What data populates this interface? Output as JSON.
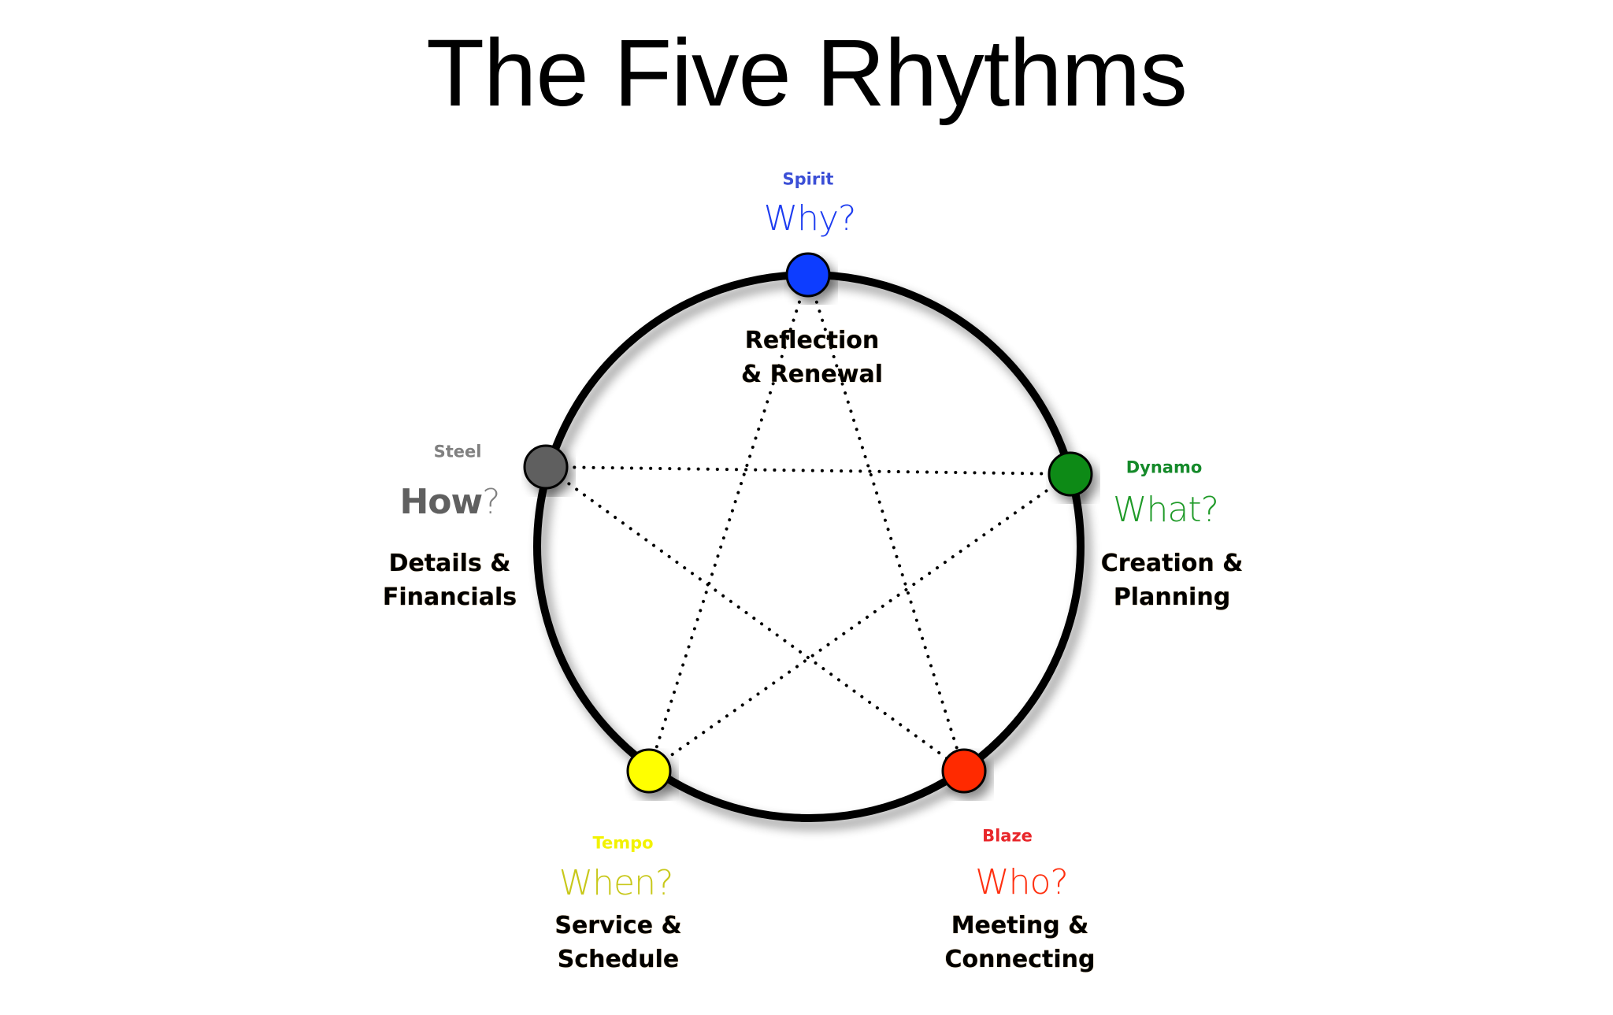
{
  "title": "The Five Rhythms",
  "colors": {
    "ring": "#000000",
    "connector": "#000000",
    "background": "#ffffff"
  },
  "rhythms": [
    {
      "id": "spirit",
      "name": "Spirit",
      "question": "Why?",
      "description_line1": "Reflection",
      "description_line2": "& Renewal",
      "node_color": "#0a3cff",
      "name_color": "#3b4fd6",
      "question_color": "#1d3cf0"
    },
    {
      "id": "dynamo",
      "name": "Dynamo",
      "question": "What?",
      "description_line1": "Creation &",
      "description_line2": "Planning",
      "node_color": "#0a8a12",
      "name_color": "#158a2a",
      "question_color": "#1f9a28"
    },
    {
      "id": "blaze",
      "name": "Blaze",
      "question": "Who?",
      "description_line1": "Meeting &",
      "description_line2": "Connecting",
      "node_color": "#ff2a00",
      "name_color": "#e8262a",
      "question_color": "#ff3010"
    },
    {
      "id": "tempo",
      "name": "Tempo",
      "question": "When?",
      "description_line1": "Service &",
      "description_line2": "Schedule",
      "node_color": "#ffff00",
      "name_color": "#f2f200",
      "question_color": "#c8c81a"
    },
    {
      "id": "steel",
      "name": "Steel",
      "question_main": "How",
      "question_mark": "?",
      "description_line1": "Details &",
      "description_line2": "Financials",
      "node_color": "#5e5e5e",
      "name_color": "#808080",
      "question_color": "#606060"
    }
  ],
  "connections": [
    [
      "spirit",
      "tempo"
    ],
    [
      "spirit",
      "blaze"
    ],
    [
      "steel",
      "dynamo"
    ],
    [
      "steel",
      "blaze"
    ],
    [
      "tempo",
      "dynamo"
    ]
  ]
}
